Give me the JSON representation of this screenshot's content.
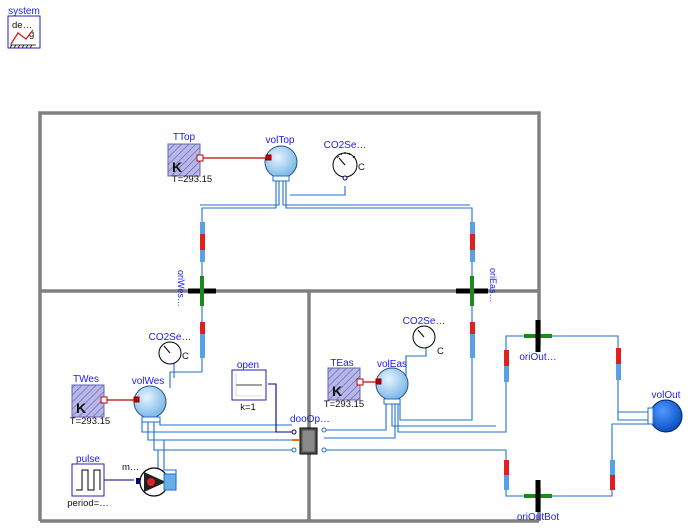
{
  "components": {
    "system": "system",
    "system_icon_text": "de…",
    "system_icon_g": "g",
    "TTop": "TTop",
    "TTop_param": "T=293.15",
    "volTop": "volTop",
    "CO2SenTop": "CO2Se…",
    "oriWes": "oriWes…",
    "oriEas": "oriEas…",
    "CO2SenWes": "CO2Se…",
    "CO2SenEas": "CO2Se…",
    "open": "open",
    "open_param": "k=1",
    "TEas": "TEas",
    "TEas_param": "T=293.15",
    "volEas": "volEas",
    "TWes": "TWes",
    "TWes_param": "T=293.15",
    "volWes": "volWes",
    "dooOpe": "dooOp…",
    "oriOutTop": "oriOut…",
    "oriOutBot": "oriOutBot",
    "volOut": "volOut",
    "pulse": "pulse",
    "pulse_param": "period=…",
    "mov": "m…",
    "K_unit": "K",
    "C_unit": "C"
  },
  "colors": {
    "wall": "#808080",
    "fluid_connection": "#1f6fd0",
    "signal_connection": "#00007f",
    "heat_connection": "#bf0000",
    "label": "#1a1aff"
  }
}
